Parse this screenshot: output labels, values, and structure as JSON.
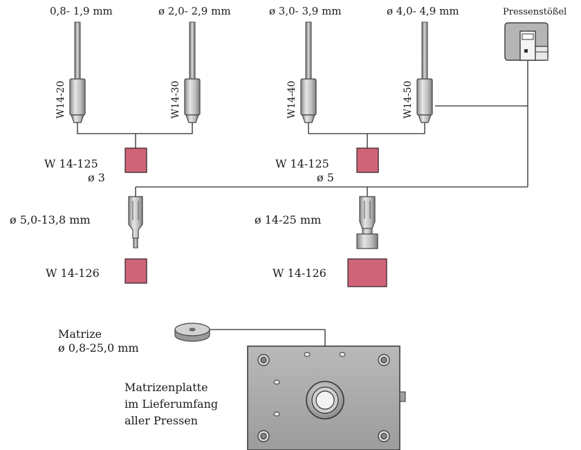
{
  "colors": {
    "die_block": "#cf6478",
    "die_block_stroke": "#3a2a2e",
    "tool_body": "#c4c4c4",
    "pin": "#bdbdbd",
    "plate": "#a9a9a9"
  },
  "top_tools": [
    {
      "range_label": "0,8- 1,9 mm",
      "code": "W14-20"
    },
    {
      "range_label": "ø  2,0- 2,9 mm",
      "code": "W14-30"
    },
    {
      "range_label": "ø  3,0- 3,9 mm",
      "code": "W14-40"
    },
    {
      "range_label": "ø  4,0- 4,9 mm",
      "code": "W14-50"
    }
  ],
  "press_ram": {
    "label": "Pressenstößel",
    "icon": "press-ram-icon"
  },
  "adapters": [
    {
      "code": "W 14-125",
      "diameter": "ø 3"
    },
    {
      "code": "W 14-125",
      "diameter": "ø 5"
    }
  ],
  "punch_holders": [
    {
      "range_label": "ø 5,0-13,8 mm",
      "code": "W 14-126"
    },
    {
      "range_label": "ø 14-25 mm",
      "code": "W 14-126"
    }
  ],
  "die": {
    "label": "Matrize",
    "range_label": "ø 0,8-25,0 mm"
  },
  "die_plate": {
    "lines": [
      "Matrizenplatte",
      "im Lieferumfang",
      "aller Pressen"
    ]
  }
}
